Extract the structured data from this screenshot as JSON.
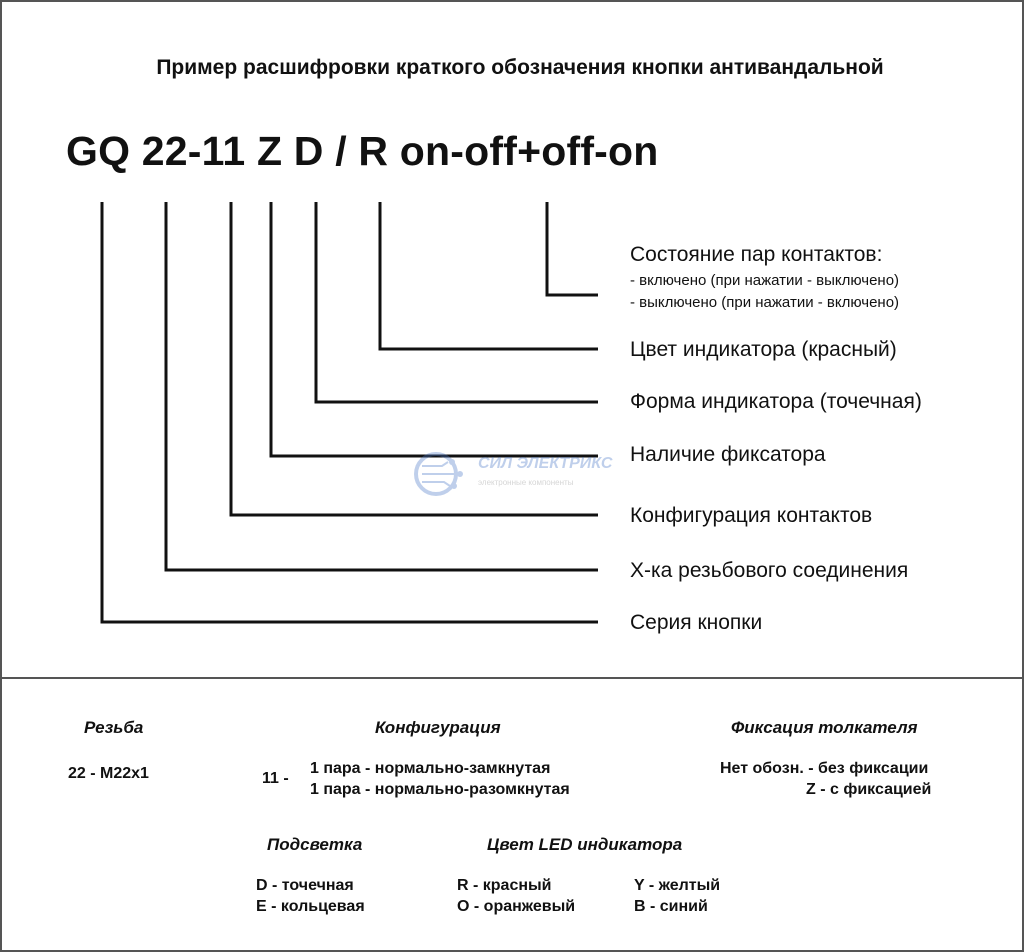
{
  "title": "Пример расшифровки краткого обозначения кнопки антивандальной",
  "code": "GQ 22-11 Z D / R on-off+off-on",
  "labels": {
    "contacts_state": "Состояние пар контактов:",
    "contacts_state_1": "- включено (при нажатии - выключено)",
    "contacts_state_2": "- выключено (при нажатии - включено)",
    "indicator_color": "Цвет индикатора (красный)",
    "indicator_shape": "Форма индикатора (точечная)",
    "latch": "Наличие фиксатора",
    "contact_config": "Конфигурация контактов",
    "thread": "Х-ка резьбового соединения",
    "series": "Серия кнопки"
  },
  "watermark": {
    "name": "СИЛ ЭЛЕКТРИКС",
    "tagline": "электронные компоненты"
  },
  "legend": {
    "thread": {
      "header": "Резьба",
      "value": "22 - M22x1"
    },
    "config": {
      "header": "Конфигурация",
      "code": "11 -",
      "line1": "1 пара - нормально-замкнутая",
      "line2": "1 пара - нормально-разомкнутая"
    },
    "latch": {
      "header": "Фиксация толкателя",
      "line1": "Нет обозн.  - без фиксации",
      "line2": "Z  - с фиксацией"
    },
    "backlight": {
      "header": "Подсветка",
      "line1": "D - точечная",
      "line2": "E - кольцевая"
    },
    "led": {
      "header": "Цвет  LED индикатора",
      "r": "R -  красный",
      "o": "O -  оранжевый",
      "y": "Y -  желтый",
      "b": "B -  синий"
    }
  }
}
